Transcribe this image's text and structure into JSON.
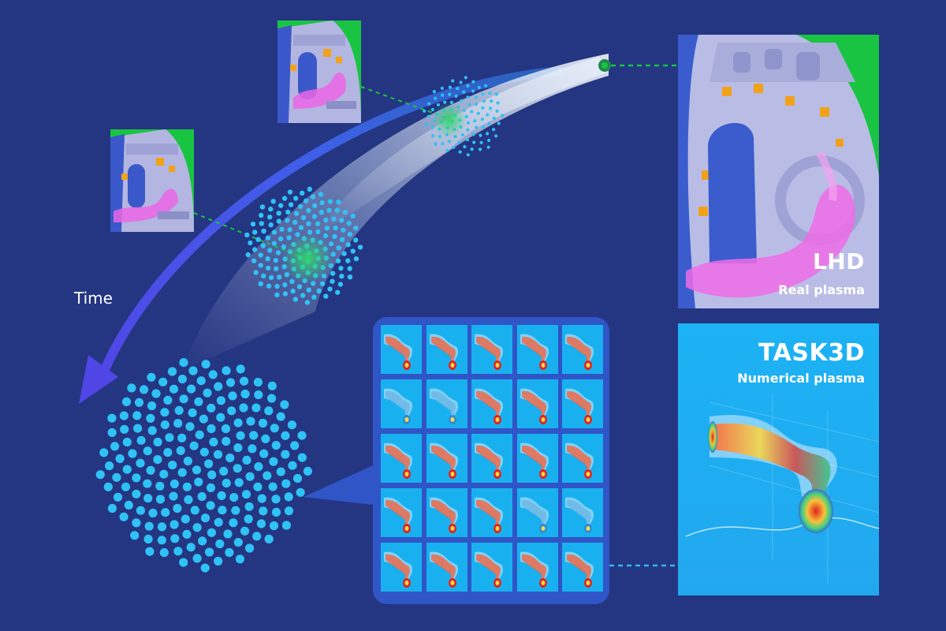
{
  "labels": {
    "time": "Time",
    "lhd_title": "LHD",
    "lhd_subtitle": "Real plasma",
    "task_title": "TASK3D",
    "task_subtitle": "Numerical plasma"
  },
  "colors": {
    "background": "#243582",
    "real_plasma_panel": "#19c442",
    "numerical_plasma_panel": "#1cb2f3",
    "time_arrow": "#4a52e6",
    "ensemble_dots": "#2fc2f5",
    "plasma_magenta": "#e65ce0",
    "connector_line": "#2fb8f0"
  },
  "icons": {
    "time_arrow": "curved-arrow-icon",
    "ensemble": "dot-cluster-icon",
    "device_thumbnail": "lhd-device-icon"
  },
  "simulation_grid": {
    "rows": 5,
    "columns": 5
  }
}
